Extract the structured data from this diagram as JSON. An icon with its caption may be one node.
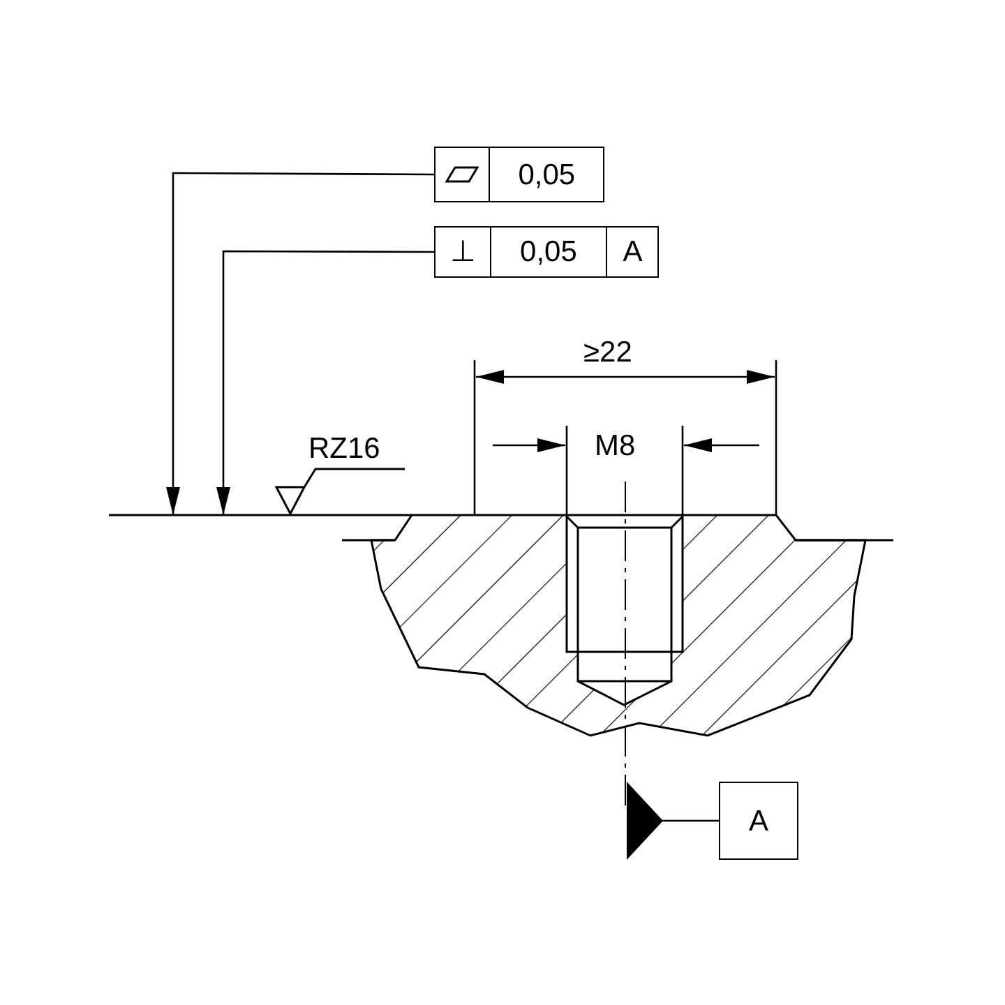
{
  "diagram": {
    "nodes": [
      {
        "text": [
          "0,05"
        ]
      },
      {
        "text": [
          "⊥",
          "0,05",
          "A"
        ]
      },
      {
        "text": [
          "A"
        ]
      }
    ],
    "edges": [
      {
        "from": 0,
        "to": null,
        "arrow": "to"
      },
      {
        "from": 1,
        "to": null,
        "arrow": "to"
      },
      {
        "from": 2,
        "to": null,
        "arrow": "other"
      }
    ],
    "labels": [
      "≥22",
      "M8",
      "RZ16"
    ]
  }
}
